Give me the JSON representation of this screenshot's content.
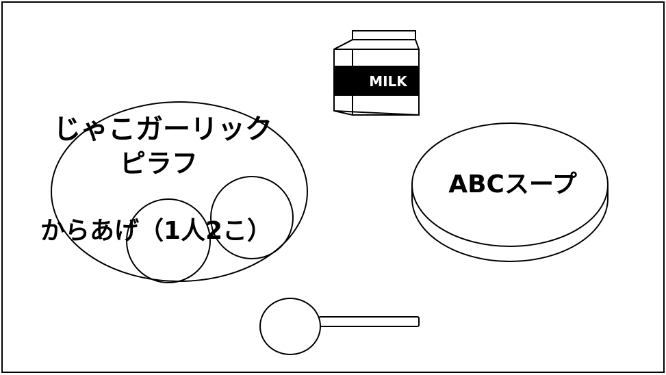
{
  "menu": {
    "pilaf_line1": "じゃこガーリック",
    "pilaf_line2": "ピラフ",
    "karaage": "からあげ（1人2こ）",
    "soup": "ABCスープ",
    "milk_label": "MILK"
  },
  "colors": {
    "outline": "#000000",
    "background": "#ffffff"
  }
}
